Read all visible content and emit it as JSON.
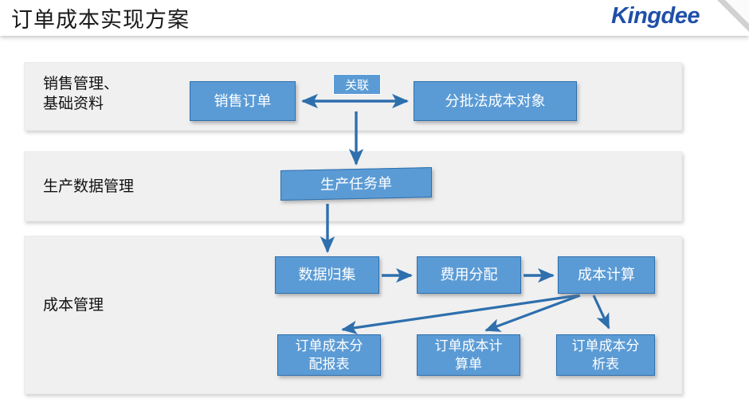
{
  "header": {
    "title": "订单成本实现方案",
    "brand": "Kingdee",
    "corner_icon": "page-curl-icon"
  },
  "sections": [
    {
      "id": "sales",
      "label": "销售管理、\n基础资料"
    },
    {
      "id": "production",
      "label": "生产数据管理"
    },
    {
      "id": "cost",
      "label": "成本管理"
    }
  ],
  "nodes": {
    "sales_order": "销售订单",
    "batch_object": "分批法成本对象",
    "assoc_label": "关联",
    "prod_task": "生产任务单",
    "data_gather": "数据归集",
    "expense_alloc": "费用分配",
    "cost_calc": "成本计算",
    "alloc_report": "订单成本分\n配报表",
    "calc_sheet": "订单成本计\n算单",
    "analysis_report": "订单成本分\n析表"
  },
  "colors": {
    "node_fill": "#5b9bd5",
    "node_border": "#2e6fad",
    "arrow": "#2e6fad",
    "panel_bg": "#f0f0f0",
    "brand_blue": "#1f4fa8",
    "page_bg": "#ffffff"
  },
  "flow_edges": [
    {
      "from": "sales_order",
      "to": "batch_object",
      "type": "double-arrow",
      "label": "关联"
    },
    {
      "from": "batch_object",
      "to": "prod_task",
      "type": "arrow"
    },
    {
      "from": "prod_task",
      "to": "data_gather",
      "type": "arrow"
    },
    {
      "from": "data_gather",
      "to": "expense_alloc",
      "type": "arrow"
    },
    {
      "from": "expense_alloc",
      "to": "cost_calc",
      "type": "arrow"
    },
    {
      "from": "cost_calc",
      "to": "alloc_report",
      "type": "arrow"
    },
    {
      "from": "cost_calc",
      "to": "calc_sheet",
      "type": "arrow"
    },
    {
      "from": "cost_calc",
      "to": "analysis_report",
      "type": "arrow"
    }
  ]
}
